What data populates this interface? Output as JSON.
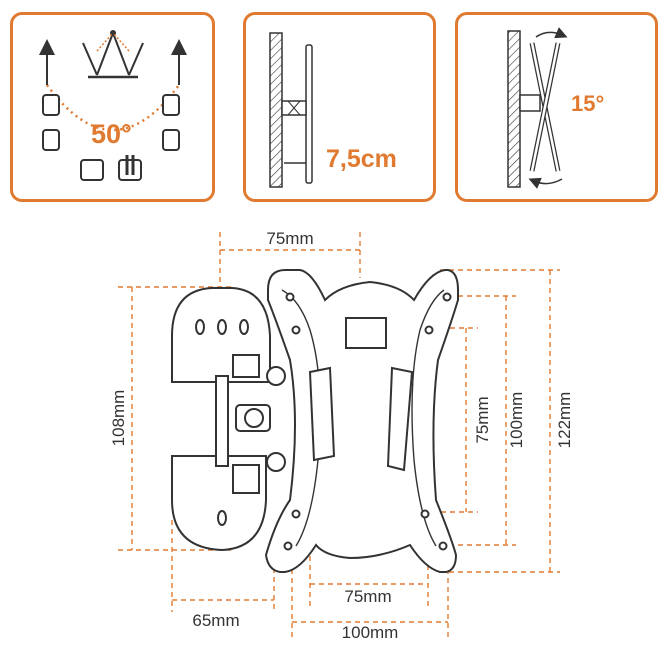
{
  "panels": {
    "tilt": {
      "angle_label": "50°",
      "icon": "tilt-range-icon"
    },
    "depth": {
      "distance_label": "7,5cm",
      "icon": "wall-distance-icon"
    },
    "swivel": {
      "angle_label": "15°",
      "icon": "swivel-angle-icon"
    }
  },
  "dimensions": {
    "top_width": "75mm",
    "height_108": "108mm",
    "height_75": "75mm",
    "height_100": "100mm",
    "height_122": "122mm",
    "wall_plate_width": "65mm",
    "bottom_75": "75mm",
    "bottom_100": "100mm"
  },
  "colors": {
    "accent": "#e07a30",
    "line": "#333333",
    "dash": "#e07a30"
  }
}
